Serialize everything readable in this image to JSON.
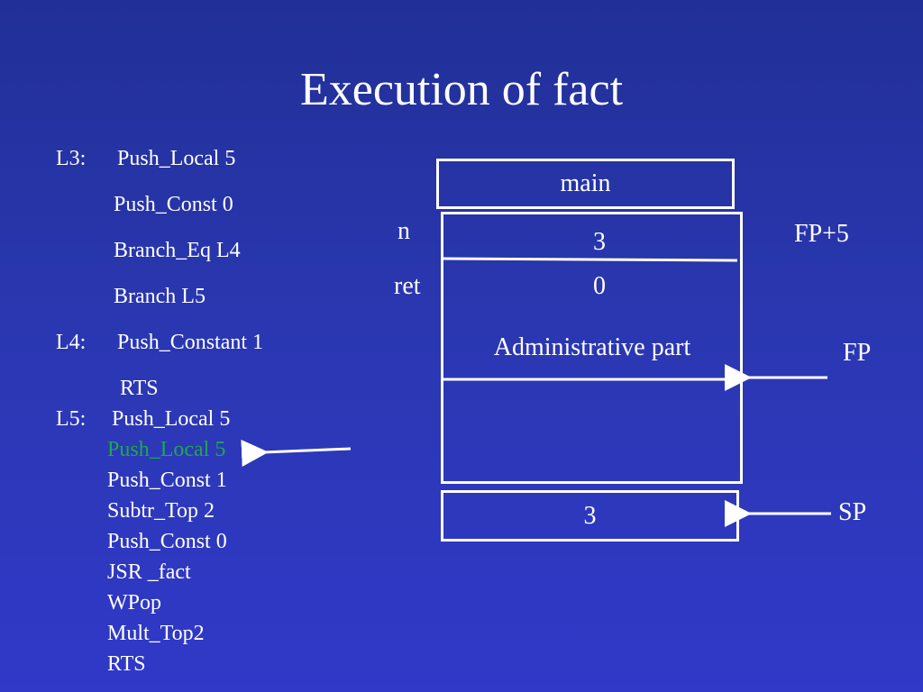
{
  "title": "Execution of fact",
  "code": {
    "l3_label": "L3:",
    "l3_instr": "Push_Local  5",
    "push_const_0": "Push_Const  0",
    "branch_eq": "Branch_Eq L4",
    "branch_l5": "Branch L5",
    "l4_label": "L4:",
    "l4_instr": "Push_Constant  1",
    "rts_1": "RTS",
    "l5_label": "L5:",
    "l5_instr": "Push_Local 5",
    "current_instr": "Push_Local 5",
    "push_const_1": "Push_Const 1",
    "subtr_top": "Subtr_Top 2",
    "push_const_0b": "Push_Const 0",
    "jsr": "JSR _fact",
    "wpop": "WPop",
    "mult_top": "Mult_Top2",
    "rts_2": "RTS",
    "current_color": "#1fa84a"
  },
  "stack": {
    "main_label": "main",
    "n_value": "3",
    "ret_value": "0",
    "admin_label": "Administrative part",
    "top_value": "3"
  },
  "labels": {
    "n": "n",
    "ret": "ret",
    "fp_plus_5": "FP+5",
    "fp": "FP",
    "sp": "SP"
  }
}
